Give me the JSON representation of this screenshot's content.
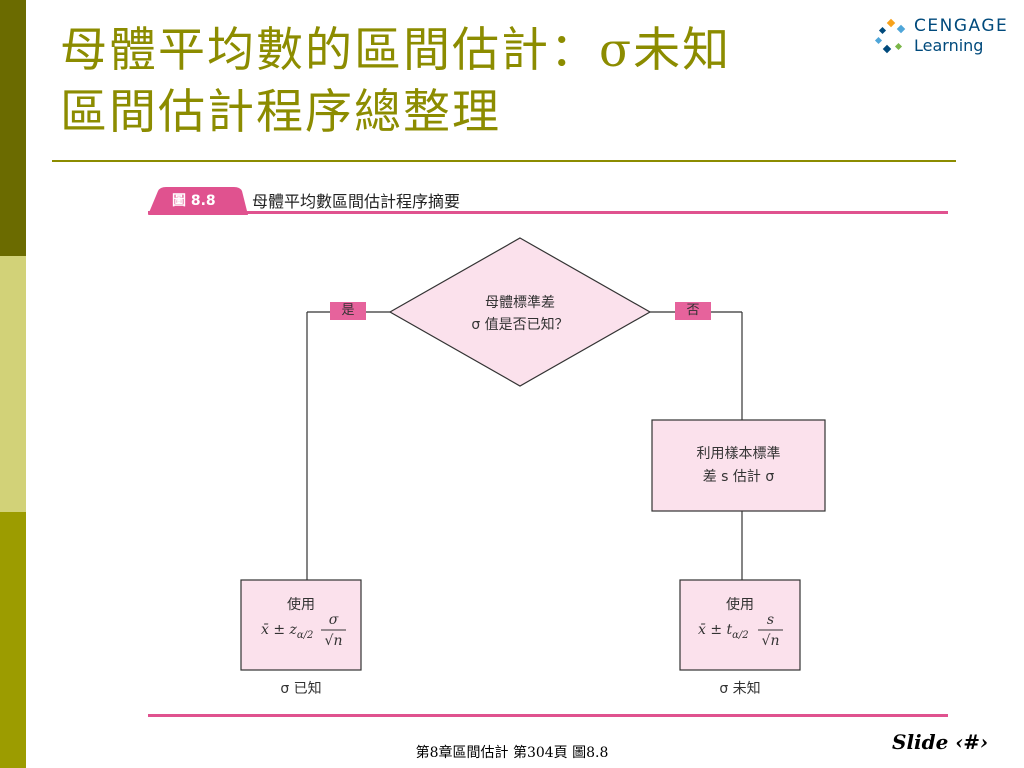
{
  "title": {
    "line1": "母體平均數的區間估計：σ未知",
    "line2": "區間估計程序總整理"
  },
  "logo": {
    "brand": "CENGAGE",
    "sub": "Learning"
  },
  "figure": {
    "badge": "圖 8.8",
    "caption": "母體平均數區間估計程序摘要",
    "decision": {
      "line1": "母體標準差",
      "line2": "σ 值是否已知？"
    },
    "yes_label": "是",
    "no_label": "否",
    "estimate_box": {
      "line1": "利用樣本標準",
      "line2": "差 s 估計 σ"
    },
    "left_box": {
      "use": "使用",
      "formula_prefix": "x̄ ± z",
      "formula_sub": "α/2",
      "numerator": "σ",
      "denominator": "√n"
    },
    "right_box": {
      "use": "使用",
      "formula_prefix": "x̄ ± t",
      "formula_sub": "α/2",
      "numerator": "s",
      "denominator": "√n"
    },
    "left_caption": "σ 已知",
    "right_caption": "σ 未知"
  },
  "footer": "第8章區間估計  第304頁 圖8.8",
  "slide_label": "Slide ‹#›",
  "colors": {
    "accent": "#8c8c00",
    "pink": "#e0528f",
    "box_fill": "#fbe1ec"
  }
}
